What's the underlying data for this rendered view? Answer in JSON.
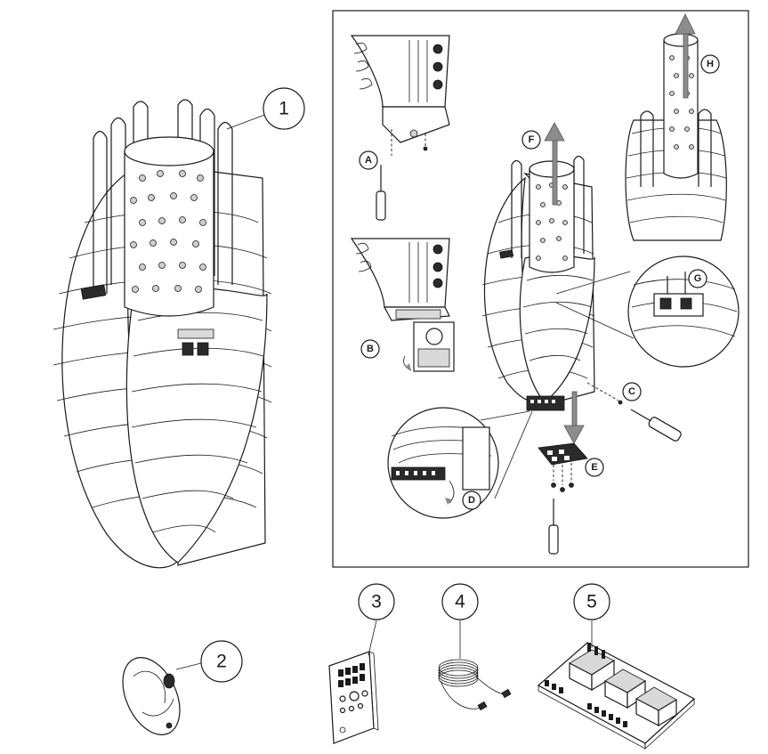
{
  "callouts": {
    "n1": "1",
    "n2": "2",
    "n3": "3",
    "n4": "4",
    "n5": "5"
  },
  "steps": {
    "a": "A",
    "b": "B",
    "c": "C",
    "d": "D",
    "e": "E",
    "f": "F",
    "g": "G",
    "h": "H"
  },
  "colors": {
    "ink": "#1a1a1a",
    "arrow": "#8c8c8c",
    "background": "#ffffff"
  }
}
